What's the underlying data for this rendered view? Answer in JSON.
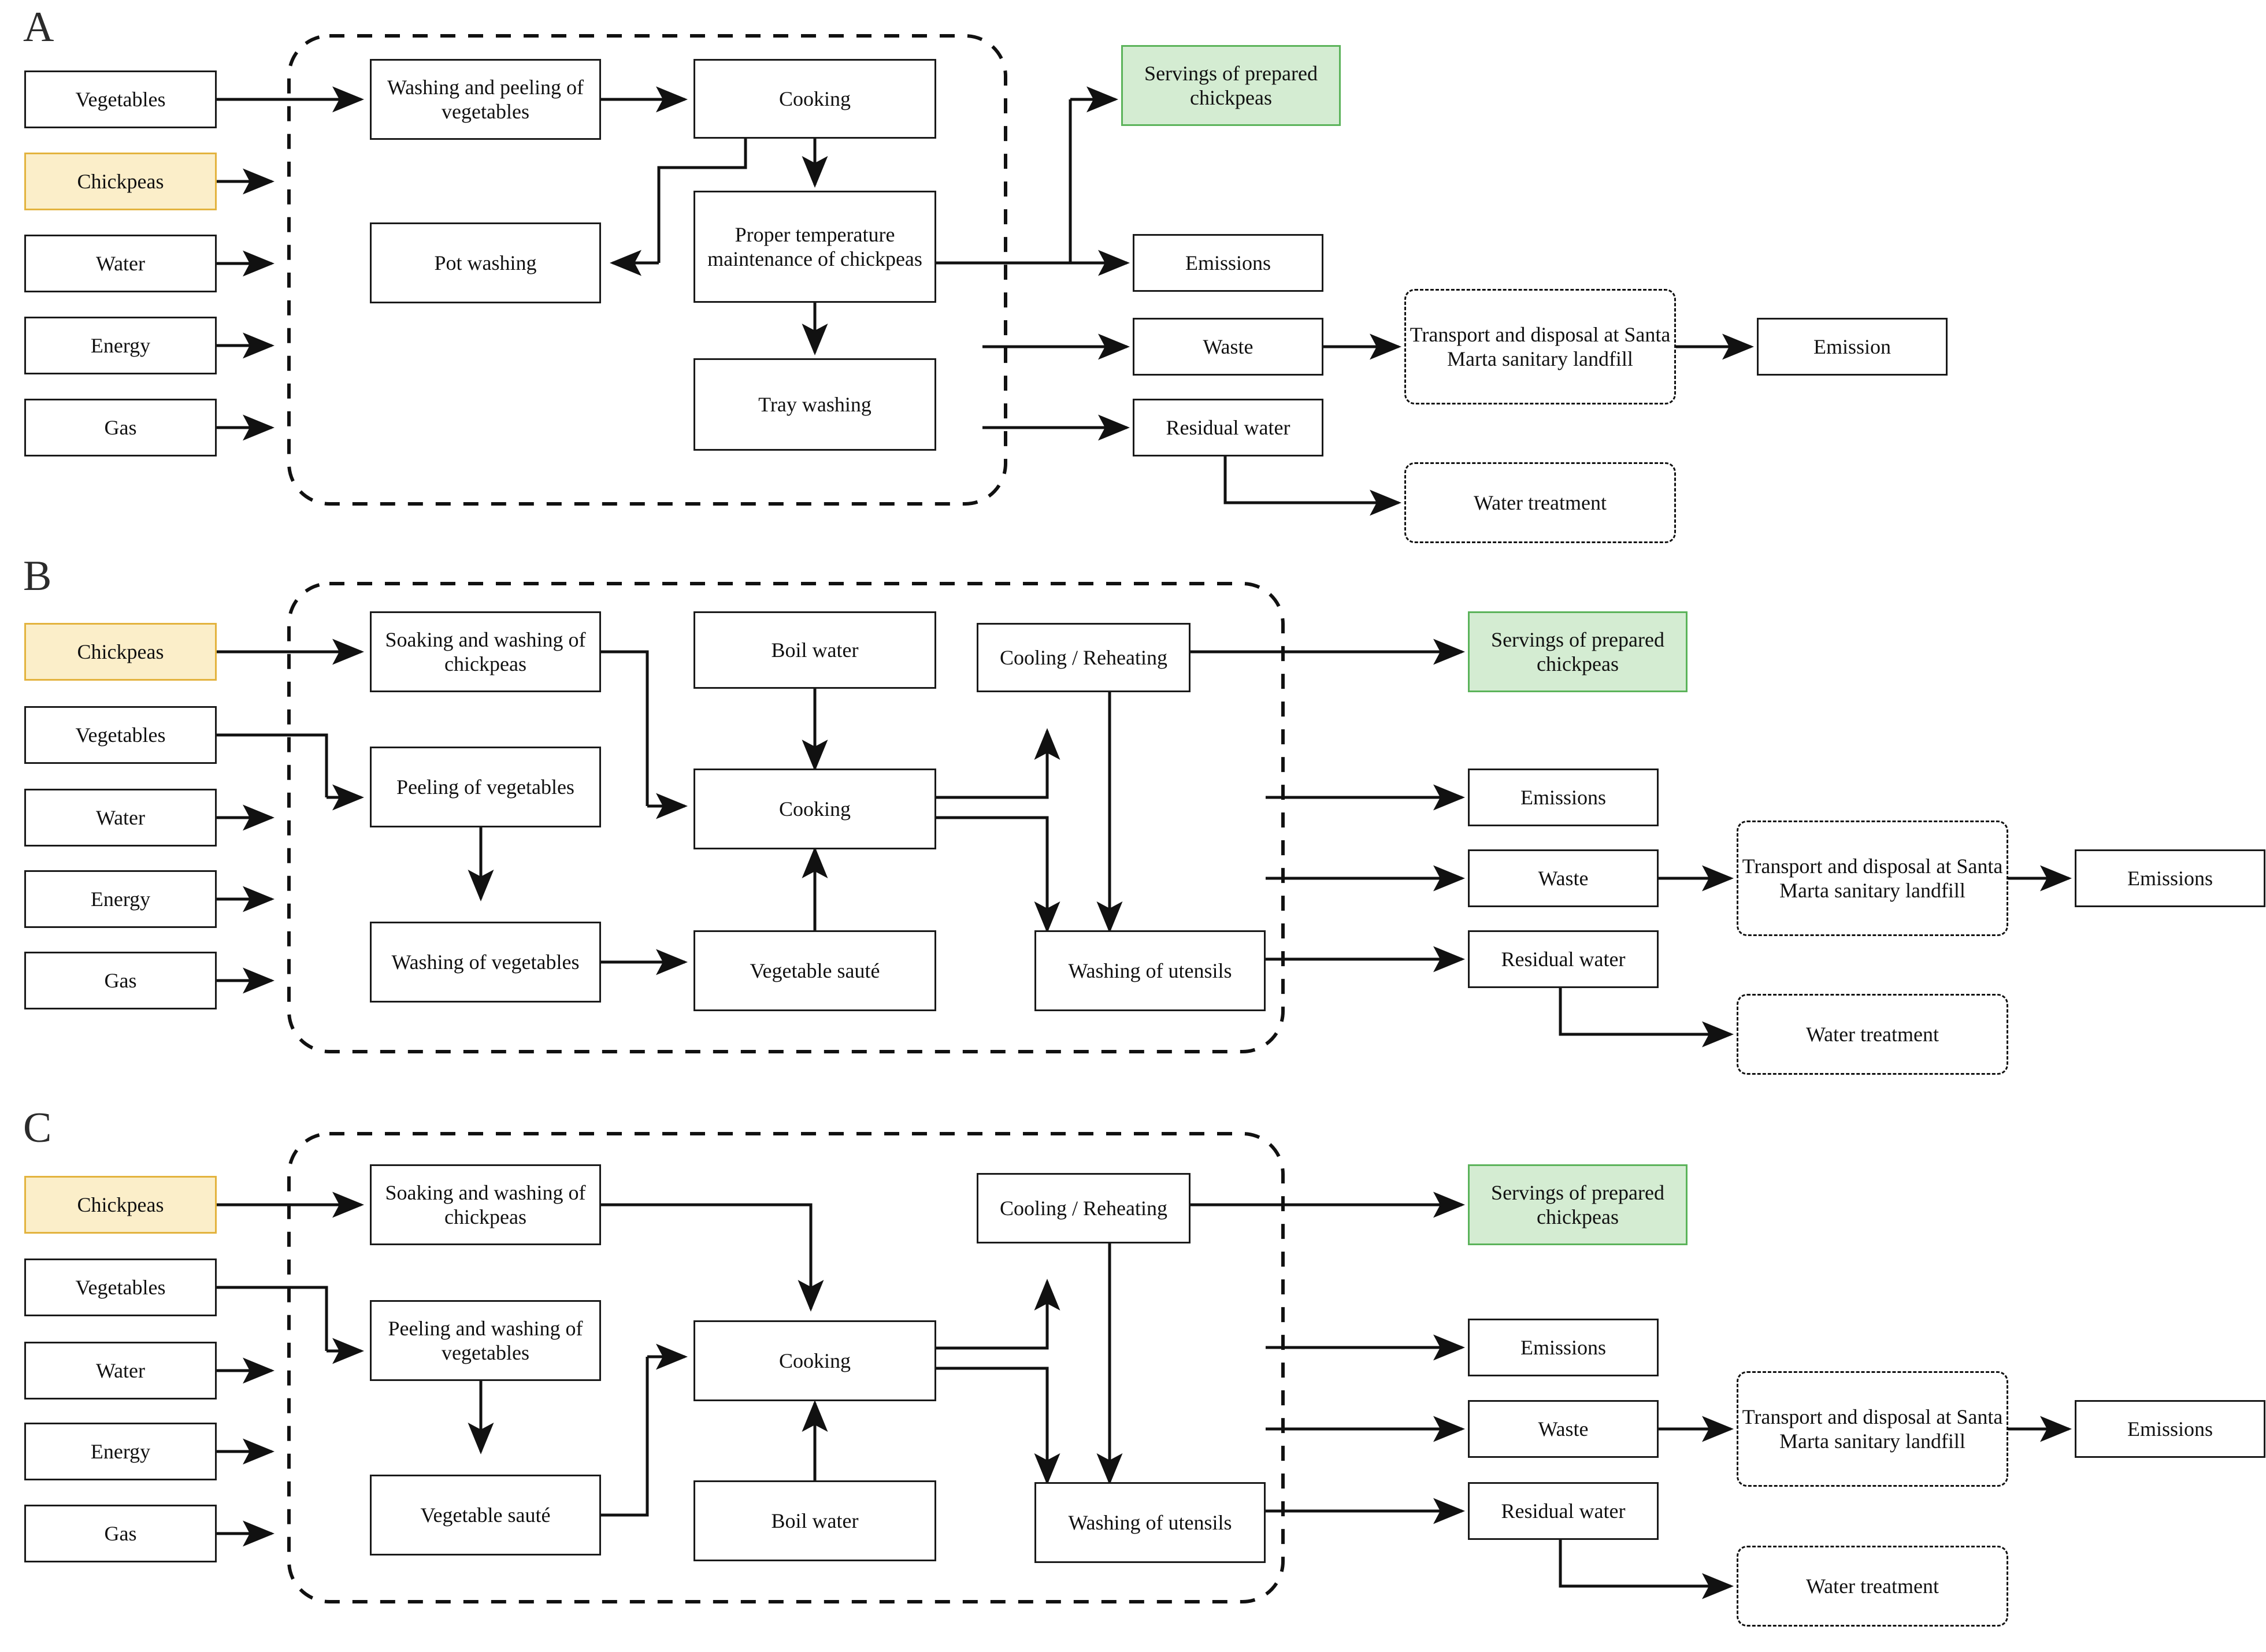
{
  "figure": {
    "type": "process-flow-diagram",
    "description": "Three life-cycle process flow diagrams (A, B, C) for chickpea meal preparation",
    "panels": [
      {
        "id": "A",
        "letter": "A",
        "inputs": [
          {
            "label": "Vegetables",
            "style": "plain"
          },
          {
            "label": "Chickpeas",
            "style": "highlight-in"
          },
          {
            "label": "Water",
            "style": "plain"
          },
          {
            "label": "Energy",
            "style": "plain"
          },
          {
            "label": "Gas",
            "style": "plain"
          }
        ],
        "processes": [
          {
            "label": "Washing and peeling of vegetables"
          },
          {
            "label": "Cooking"
          },
          {
            "label": "Pot washing"
          },
          {
            "label": "Proper temperature maintenance of chickpeas"
          },
          {
            "label": "Tray washing"
          }
        ],
        "outputs": [
          {
            "label": "Servings of prepared chickpeas",
            "style": "highlight-out"
          },
          {
            "label": "Emissions",
            "style": "plain"
          },
          {
            "label": "Waste",
            "style": "plain"
          },
          {
            "label": "Residual water",
            "style": "plain"
          }
        ],
        "downstream": [
          {
            "label": "Transport and disposal at Santa Marta sanitary landfill",
            "style": "dashed"
          },
          {
            "label": "Emission",
            "style": "plain"
          },
          {
            "label": "Water treatment",
            "style": "dashed"
          }
        ]
      },
      {
        "id": "B",
        "letter": "B",
        "inputs": [
          {
            "label": "Chickpeas",
            "style": "highlight-in"
          },
          {
            "label": "Vegetables",
            "style": "plain"
          },
          {
            "label": "Water",
            "style": "plain"
          },
          {
            "label": "Energy",
            "style": "plain"
          },
          {
            "label": "Gas",
            "style": "plain"
          }
        ],
        "processes": [
          {
            "label": "Soaking and washing of chickpeas"
          },
          {
            "label": "Boil water"
          },
          {
            "label": "Cooling / Reheating"
          },
          {
            "label": "Peeling of vegetables"
          },
          {
            "label": "Cooking"
          },
          {
            "label": "Washing of vegetables"
          },
          {
            "label": "Vegetable sauté"
          },
          {
            "label": "Washing of utensils"
          }
        ],
        "outputs": [
          {
            "label": "Servings of prepared chickpeas",
            "style": "highlight-out"
          },
          {
            "label": "Emissions",
            "style": "plain"
          },
          {
            "label": "Waste",
            "style": "plain"
          },
          {
            "label": "Residual water",
            "style": "plain"
          }
        ],
        "downstream": [
          {
            "label": "Transport and disposal at Santa Marta sanitary landfill",
            "style": "dashed"
          },
          {
            "label": "Emissions",
            "style": "plain"
          },
          {
            "label": "Water treatment",
            "style": "dashed"
          }
        ]
      },
      {
        "id": "C",
        "letter": "C",
        "inputs": [
          {
            "label": "Chickpeas",
            "style": "highlight-in"
          },
          {
            "label": "Vegetables",
            "style": "plain"
          },
          {
            "label": "Water",
            "style": "plain"
          },
          {
            "label": "Energy",
            "style": "plain"
          },
          {
            "label": "Gas",
            "style": "plain"
          }
        ],
        "processes": [
          {
            "label": "Soaking and washing of chickpeas"
          },
          {
            "label": "Cooling / Reheating"
          },
          {
            "label": "Peeling and washing of vegetables"
          },
          {
            "label": "Cooking"
          },
          {
            "label": "Vegetable sauté"
          },
          {
            "label": "Boil water"
          },
          {
            "label": "Washing of utensils"
          }
        ],
        "outputs": [
          {
            "label": "Servings of prepared chickpeas",
            "style": "highlight-out"
          },
          {
            "label": "Emissions",
            "style": "plain"
          },
          {
            "label": "Waste",
            "style": "plain"
          },
          {
            "label": "Residual water",
            "style": "plain"
          }
        ],
        "downstream": [
          {
            "label": "Transport and disposal at Santa Marta sanitary landfill",
            "style": "dashed"
          },
          {
            "label": "Emissions",
            "style": "plain"
          },
          {
            "label": "Water treatment",
            "style": "dashed"
          }
        ]
      }
    ],
    "colors": {
      "input_highlight_fill": "#fbeec9",
      "input_highlight_border": "#e3b33e",
      "output_highlight_fill": "#d4ecd2",
      "output_highlight_border": "#5bb35a",
      "box_border": "#1a1a1a",
      "line": "#111111",
      "background": "#ffffff"
    }
  }
}
